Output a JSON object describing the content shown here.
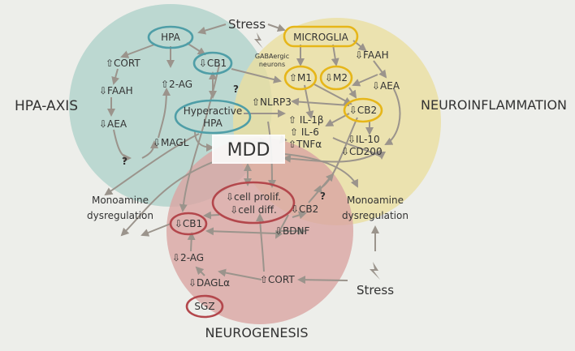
{
  "regions": {
    "hpa_axis": "HPA-AXIS",
    "neuroinflammation": "NEUROINFLAMMATION",
    "neurogenesis": "NEUROGENESIS"
  },
  "center": "MDD",
  "stress_top": "Stress",
  "stress_bottom": "Stress",
  "hpa": {
    "hpa": "HPA",
    "cort": "⇧CORT",
    "faah": "⇩FAAH",
    "aea": "⇩AEA",
    "ag2": "⇧2-AG",
    "magl": "⇩MAGL",
    "q": "?",
    "cb1": "⇩CB1",
    "q2": "?",
    "hyper_line1": "Hyperactive",
    "hyper_line2": "HPA"
  },
  "inflammation": {
    "microglia": "MICROGLIA",
    "gaba_line1": "GABAergic",
    "gaba_line2": "neurons",
    "m1": "⇧M1",
    "m2": "⇩M2",
    "faah": "⇩FAAH",
    "aea": "⇩AEA",
    "nlrp3": "⇧NLRP3",
    "il1b": "⇧ IL-1β",
    "il6": "⇧ IL-6",
    "tnfa": "⇧TNFα",
    "cb2": "⇩CB2",
    "il10": "⇩IL-10",
    "cd200": "⇩CD200"
  },
  "neurogenesis": {
    "prolif": "⇩cell prolif.",
    "diff": "⇩cell diff.",
    "cb2": "⇩CB2",
    "q": "?",
    "cb1": "⇩CB1",
    "bdnf": "⇩BDNF",
    "ag2": "⇩2-AG",
    "cort": "⇧CORT",
    "dagl": "⇩DAGLα",
    "sgz": "SGZ"
  },
  "monoamine_left_1": "Monoamine",
  "monoamine_left_2": "dysregulation",
  "monoamine_right_1": "Monoamine",
  "monoamine_right_2": "dysregulation",
  "colors": {
    "hpa_fill": "#b3d3cc",
    "inflam_fill": "#eadfa0",
    "neuro_fill": "#d9a5a3",
    "teal": "#4f9ea7",
    "gold": "#e6b619",
    "red": "#b3474c",
    "arrow": "#9b948c"
  }
}
